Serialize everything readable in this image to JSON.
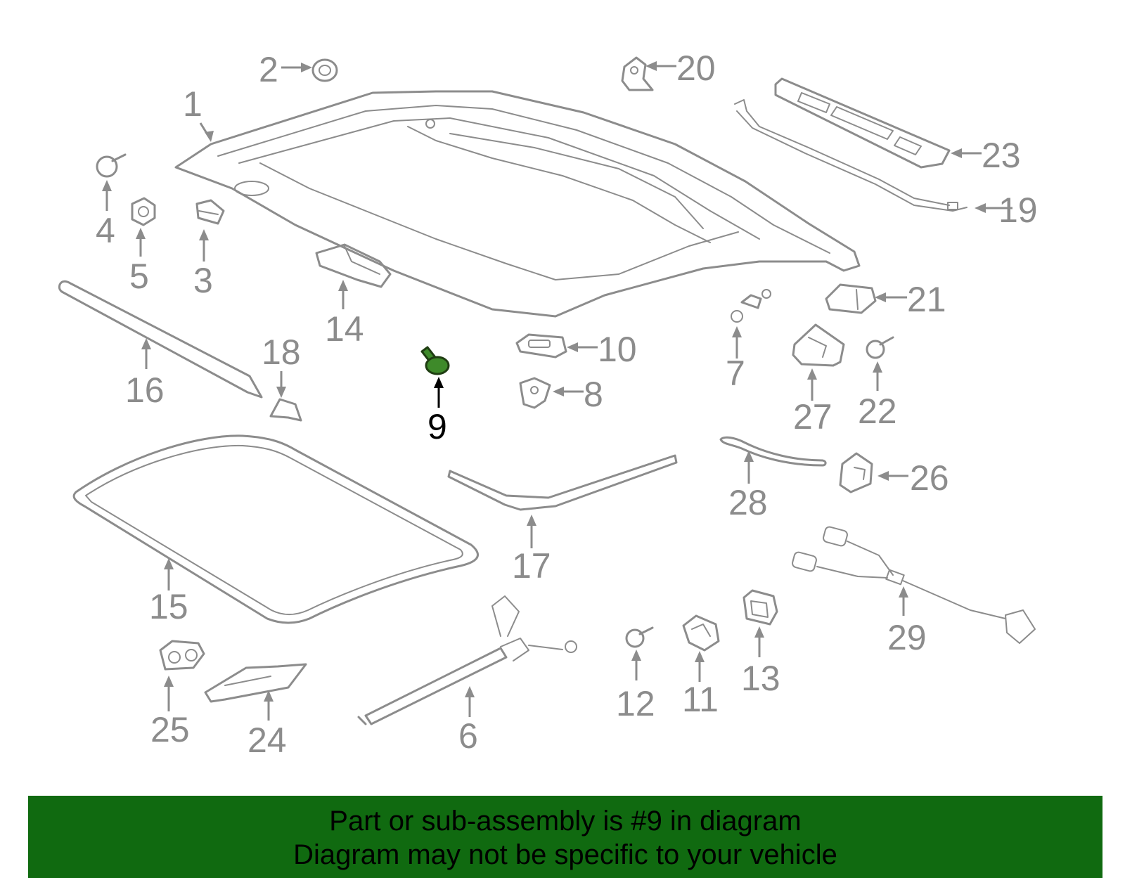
{
  "callouts": [
    "1",
    "2",
    "3",
    "4",
    "5",
    "6",
    "7",
    "8",
    "9",
    "10",
    "11",
    "12",
    "13",
    "14",
    "15",
    "16",
    "17",
    "18",
    "19",
    "20",
    "21",
    "22",
    "23",
    "24",
    "25",
    "26",
    "27",
    "28",
    "29"
  ],
  "highlighted_part": "9",
  "colors": {
    "part_line": "#8c8c8c",
    "highlight_fill": "#3e8a2a",
    "banner_bg": "#106a10",
    "banner_text": "#000000"
  },
  "banner": {
    "line1": "Part or sub-assembly is #9 in diagram",
    "line2": "Diagram may not be specific to your vehicle"
  }
}
